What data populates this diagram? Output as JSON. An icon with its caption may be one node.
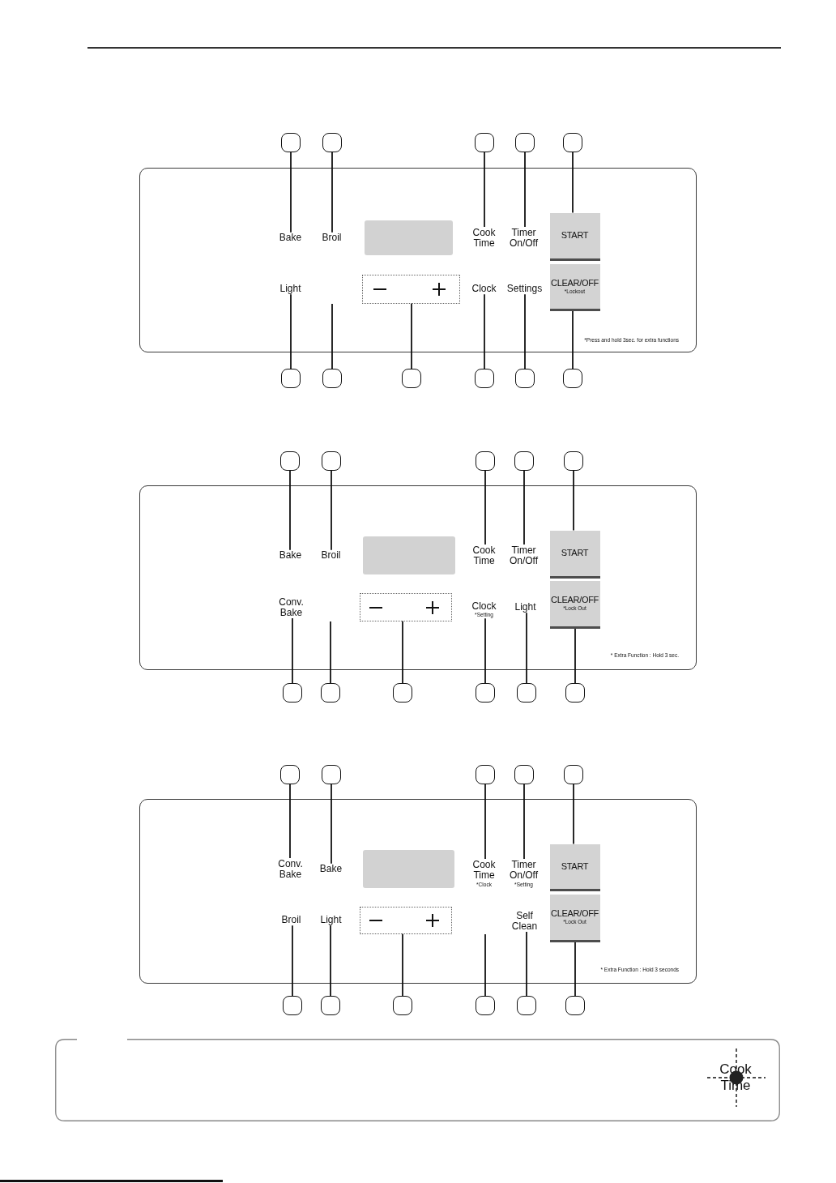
{
  "diagram": {
    "nodes": [
      {
        "text": [],
        "shape": "circle"
      },
      {
        "text": [],
        "shape": "circle"
      },
      {
        "text": [],
        "shape": "circle"
      },
      {
        "text": [],
        "shape": "circle"
      },
      {
        "text": [],
        "shape": "circle"
      },
      {
        "text": [],
        "shape": "box"
      },
      {
        "text": [
          "Bake"
        ],
        "in": 5
      },
      {
        "text": [
          "Broil"
        ],
        "in": 5
      },
      {
        "text": [],
        "shape": "box",
        "in": 5
      },
      {
        "text": [
          "Cook Time"
        ],
        "in": 5
      },
      {
        "text": [
          "Timer On/Off"
        ],
        "in": 5
      },
      {
        "text": [
          "START"
        ],
        "in": 5
      },
      {
        "text": [
          "Light"
        ],
        "in": 5
      },
      {
        "text": [],
        "shape": "box",
        "in": 5
      },
      {
        "text": [
          "Clock"
        ],
        "in": 5
      },
      {
        "text": [
          "Settings"
        ],
        "in": 5
      },
      {
        "text": [
          "CLEAR/OFF",
          "*Lockout"
        ],
        "in": 5
      },
      {
        "text": [],
        "shape": "circle"
      },
      {
        "text": [],
        "shape": "circle"
      },
      {
        "text": [],
        "shape": "circle"
      },
      {
        "text": [],
        "shape": "circle"
      },
      {
        "text": [],
        "shape": "circle"
      },
      {
        "text": [],
        "shape": "circle"
      },
      {
        "text": [],
        "shape": "circle"
      },
      {
        "text": [],
        "shape": "circle"
      },
      {
        "text": [],
        "shape": "circle"
      },
      {
        "text": [],
        "shape": "circle"
      },
      {
        "text": [],
        "shape": "circle"
      },
      {
        "text": [],
        "shape": "box"
      },
      {
        "text": [
          "Bake"
        ],
        "in": 28
      },
      {
        "text": [
          "Broil"
        ],
        "in": 28
      },
      {
        "text": [],
        "shape": "box",
        "in": 28
      },
      {
        "text": [
          "Cook Time"
        ],
        "in": 28
      },
      {
        "text": [
          "Timer On/Off"
        ],
        "in": 28
      },
      {
        "text": [
          "START"
        ],
        "in": 28
      },
      {
        "text": [
          "Conv. Bake"
        ],
        "in": 28
      },
      {
        "text": [],
        "shape": "box",
        "in": 28
      },
      {
        "text": [
          "Clock",
          "*Setting"
        ],
        "in": 28
      },
      {
        "text": [
          "Light"
        ],
        "in": 28
      },
      {
        "text": [
          "CLEAR/OFF",
          "*Lock Out"
        ],
        "in": 28
      },
      {
        "text": [],
        "shape": "circle"
      },
      {
        "text": [],
        "shape": "circle"
      },
      {
        "text": [],
        "shape": "circle"
      },
      {
        "text": [],
        "shape": "circle"
      },
      {
        "text": [],
        "shape": "circle"
      },
      {
        "text": [],
        "shape": "circle"
      },
      {
        "text": [],
        "shape": "circle"
      },
      {
        "text": [],
        "shape": "circle"
      },
      {
        "text": [],
        "shape": "circle"
      },
      {
        "text": [],
        "shape": "circle"
      },
      {
        "text": [],
        "shape": "circle"
      },
      {
        "text": [],
        "shape": "box"
      },
      {
        "text": [
          "Conv. Bake"
        ],
        "in": 51
      },
      {
        "text": [
          "Bake"
        ],
        "in": 51
      },
      {
        "text": [],
        "shape": "box",
        "in": 51
      },
      {
        "text": [
          "Cook Time",
          "*Clock"
        ],
        "in": 51
      },
      {
        "text": [
          "Timer On/Off",
          "*Setting"
        ],
        "in": 51
      },
      {
        "text": [
          "START"
        ],
        "in": 51
      },
      {
        "text": [
          "Broil"
        ],
        "in": 51
      },
      {
        "text": [
          "Light"
        ],
        "in": 51
      },
      {
        "text": [],
        "shape": "box",
        "in": 51
      },
      {
        "text": [
          "Self Clean"
        ],
        "in": 51
      },
      {
        "text": [
          "CLEAR/OFF",
          "*Lock Out"
        ],
        "in": 51
      },
      {
        "text": [],
        "shape": "circle"
      },
      {
        "text": [],
        "shape": "circle"
      },
      {
        "text": [],
        "shape": "circle"
      },
      {
        "text": [],
        "shape": "circle"
      },
      {
        "text": [],
        "shape": "circle"
      },
      {
        "text": [],
        "shape": "circle"
      },
      {
        "text": [
          "Cook Time"
        ]
      }
    ],
    "edges": [
      {
        "from": 0,
        "to": 6,
        "arrow": "none"
      },
      {
        "from": 1,
        "to": 7,
        "arrow": "none"
      },
      {
        "from": 2,
        "to": 9,
        "arrow": "none"
      },
      {
        "from": 3,
        "to": 10,
        "arrow": "none"
      },
      {
        "from": 4,
        "to": 11,
        "arrow": "none"
      },
      {
        "from": 17,
        "to": 12,
        "arrow": "none"
      },
      {
        "from": 18,
        "to": null,
        "arrow": "none"
      },
      {
        "from": 19,
        "to": 13,
        "arrow": "none"
      },
      {
        "from": 20,
        "to": 14,
        "arrow": "none"
      },
      {
        "from": 21,
        "to": 15,
        "arrow": "none"
      },
      {
        "from": 22,
        "to": 16,
        "arrow": "none"
      },
      {
        "from": 23,
        "to": 29,
        "arrow": "none"
      },
      {
        "from": 24,
        "to": 30,
        "arrow": "none"
      },
      {
        "from": 25,
        "to": 32,
        "arrow": "none"
      },
      {
        "from": 26,
        "to": 33,
        "arrow": "none"
      },
      {
        "from": 27,
        "to": 34,
        "arrow": "none"
      },
      {
        "from": 40,
        "to": 35,
        "arrow": "none"
      },
      {
        "from": 41,
        "to": null,
        "arrow": "none"
      },
      {
        "from": 42,
        "to": 36,
        "arrow": "none"
      },
      {
        "from": 43,
        "to": 37,
        "arrow": "none"
      },
      {
        "from": 44,
        "to": 38,
        "arrow": "none"
      },
      {
        "from": 45,
        "to": 39,
        "arrow": "none"
      },
      {
        "from": 46,
        "to": 52,
        "arrow": "none"
      },
      {
        "from": 47,
        "to": 53,
        "arrow": "none"
      },
      {
        "from": 48,
        "to": 55,
        "arrow": "none"
      },
      {
        "from": 49,
        "to": 56,
        "arrow": "none"
      },
      {
        "from": 50,
        "to": 57,
        "arrow": "none"
      },
      {
        "from": 63,
        "to": 58,
        "arrow": "none"
      },
      {
        "from": 64,
        "to": 59,
        "arrow": "none"
      },
      {
        "from": 65,
        "to": 60,
        "arrow": "none"
      },
      {
        "from": 66,
        "to": null,
        "arrow": "none"
      },
      {
        "from": 67,
        "to": 61,
        "arrow": "none"
      },
      {
        "from": 68,
        "to": 62,
        "arrow": "none"
      }
    ],
    "labels": [
      "*Press and hold 3sec. for extra functions",
      "* Extra Function : Hold 3 sec.",
      "* Extra Function : Hold 3 seconds"
    ]
  }
}
